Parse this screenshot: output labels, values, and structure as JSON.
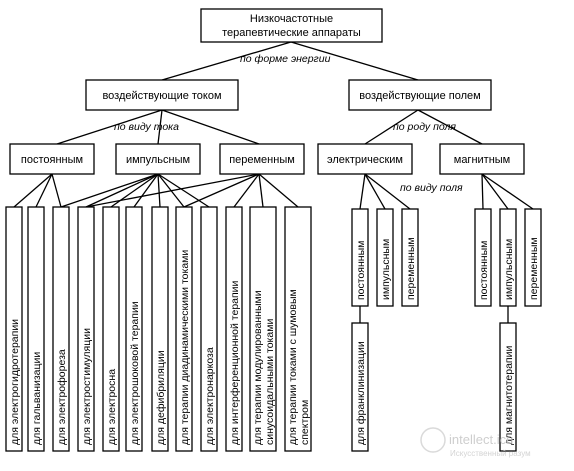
{
  "root": {
    "line1": "Низкочастотные",
    "line2": "терапевтические аппараты"
  },
  "edge_labels": {
    "energy_form": "по форме энергии",
    "current_type": "по виду тока",
    "field_kind": "по роду поля",
    "field_type": "по виду поля"
  },
  "level1": {
    "current": "воздействующие током",
    "field": "воздействующие полем"
  },
  "current_kinds": {
    "constant": "постоянным",
    "pulse": "импульсным",
    "alternating": "переменным"
  },
  "field_kinds": {
    "electric": "электрическим",
    "magnetic": "магнитным"
  },
  "current_leaves": [
    [
      "для электрогидротерапии"
    ],
    [
      "для гальванизации"
    ],
    [
      "для электрофореза"
    ],
    [
      "для электростимуляции"
    ],
    [
      "для электросна"
    ],
    [
      "для электрошоковой терапии"
    ],
    [
      "для дефибриляции"
    ],
    [
      "для терапии диадинамическими токами"
    ],
    [
      "для электронаркоза"
    ],
    [
      "для интерференционной терапии"
    ],
    [
      "для терапии модулированными",
      "синусоидальными токами"
    ],
    [
      "для терапии токами с шумовым",
      "спектром"
    ]
  ],
  "electric_children": [
    "постоянным",
    "импульсным",
    "переменным"
  ],
  "electric_leaf": "для франклинизации",
  "magnetic_children": [
    "постоянным",
    "импульсным",
    "переменным"
  ],
  "magnetic_leaf": "для магнитотерапии",
  "watermark": {
    "logo": "intellect.icu",
    "sub": "Искусственный разум"
  }
}
